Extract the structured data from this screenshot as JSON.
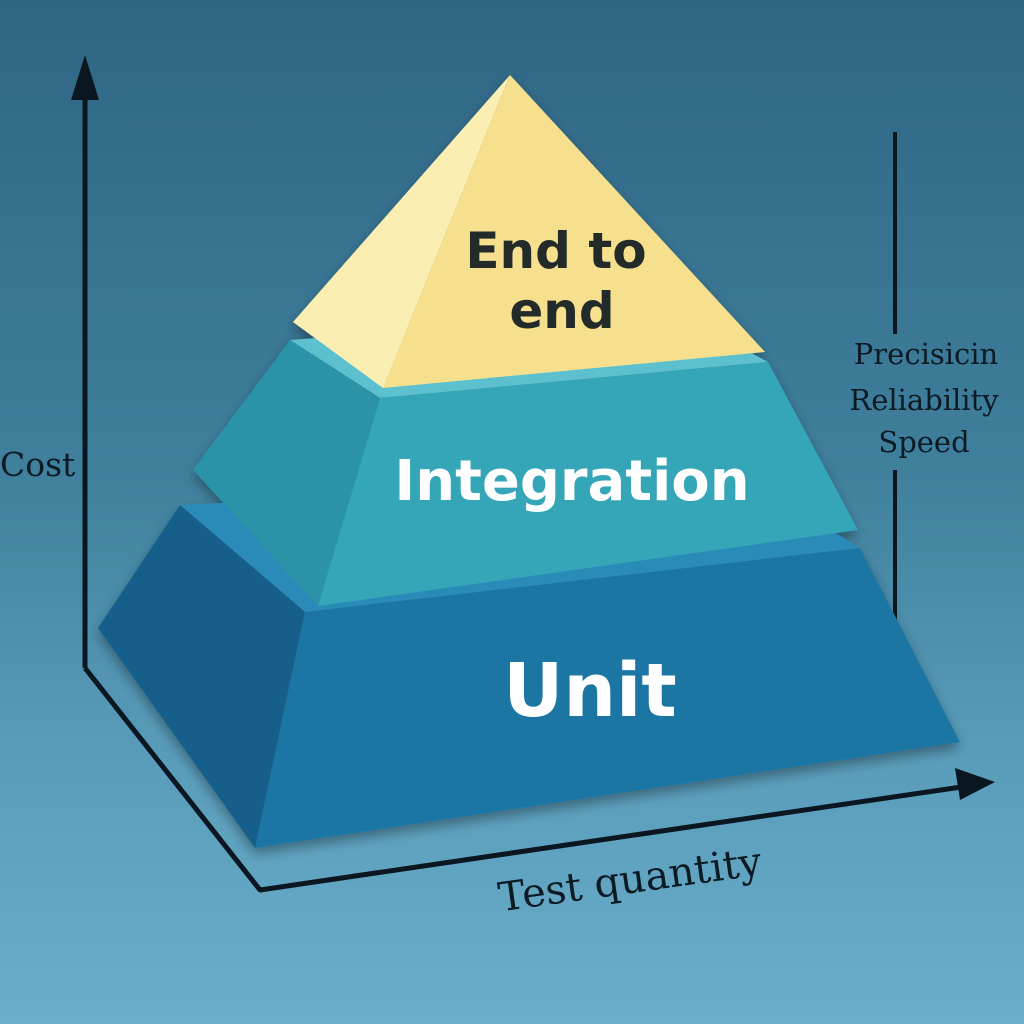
{
  "axes": {
    "vertical_label": "Cost",
    "horizontal_label": "Test quantity"
  },
  "side_scale": {
    "labels": [
      "Precisicin",
      "Reliability",
      "Speed"
    ]
  },
  "pyramid": {
    "top": {
      "label_lines": [
        "End to",
        "end"
      ],
      "text_color": "#24292c"
    },
    "middle": {
      "label": "Integration",
      "text_color": "#ffffff"
    },
    "bottom": {
      "label": "Unit",
      "text_color": "#ffffff"
    }
  },
  "colors": {
    "top_front": "#f6e08e",
    "top_left": "#fbeeb2",
    "top_right": "#efd47a",
    "middle_front": "#35a6b8",
    "middle_top": "#5cc0cf",
    "middle_left": "#2c93a7",
    "middle_right": "#25889c",
    "bottom_front": "#1e76a4",
    "bottom_top": "#2a8bb8",
    "bottom_left": "#155f8a",
    "bottom_right": "#125a84",
    "axis": "#0b1720"
  }
}
